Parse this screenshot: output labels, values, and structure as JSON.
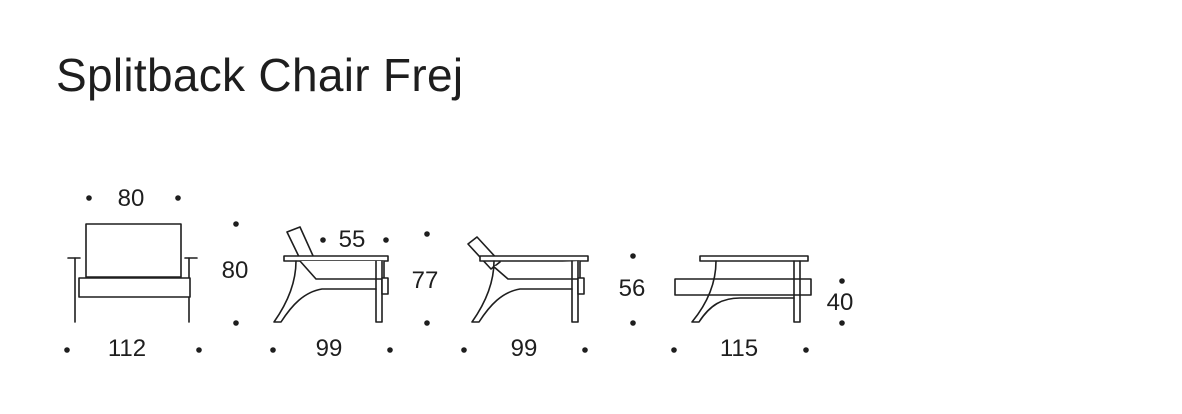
{
  "title": "Splitback Chair Frej",
  "colors": {
    "line": "#1e1e1e",
    "background": "#ffffff"
  },
  "views": {
    "front": {
      "top_width": "80",
      "height": "80",
      "bottom_width": "112"
    },
    "side_upright": {
      "seat_depth": "55",
      "height": "77",
      "bottom_depth": "99"
    },
    "side_reclined": {
      "height": "56",
      "bottom_depth": "99"
    },
    "side_flat": {
      "height": "40",
      "bottom_depth": "115"
    }
  }
}
